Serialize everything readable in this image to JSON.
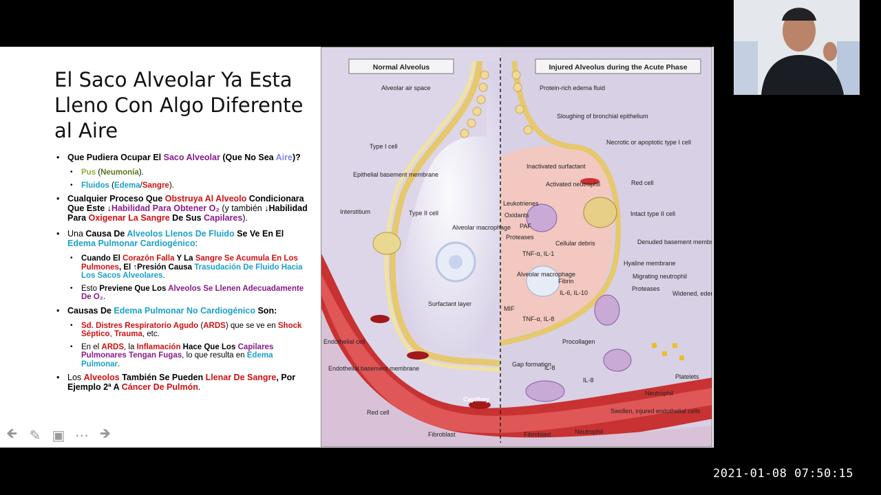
{
  "slide": {
    "title": "El Saco Alveolar Ya Esta Lleno Con Algo Diferente al Aire",
    "bullets": [
      {
        "parts": [
          {
            "t": "Que Pudiera Ocupar El ",
            "c": "#000",
            "b": true
          },
          {
            "t": "Saco Alveolar",
            "c": "#8a1a8a",
            "b": true
          },
          {
            "t": " (Que No Sea ",
            "c": "#000",
            "b": true
          },
          {
            "t": "Aire",
            "c": "#7f86e8",
            "b": true
          },
          {
            "t": ")?",
            "c": "#000",
            "b": true
          }
        ],
        "subs": [
          [
            {
              "t": "Pus",
              "c": "#8ab33a",
              "b": true
            },
            {
              "t": " (",
              "c": "#000",
              "b": false
            },
            {
              "t": "Neumonía",
              "c": "#5a7a20",
              "b": true
            },
            {
              "t": ").",
              "c": "#000",
              "b": false
            }
          ],
          [
            {
              "t": "Fluidos",
              "c": "#1ca0c8",
              "b": true
            },
            {
              "t": " (",
              "c": "#000",
              "b": false
            },
            {
              "t": "Edema",
              "c": "#1ca0c8",
              "b": true
            },
            {
              "t": "/",
              "c": "#000",
              "b": false
            },
            {
              "t": "Sangre",
              "c": "#d01010",
              "b": true
            },
            {
              "t": ").",
              "c": "#000",
              "b": false
            }
          ]
        ]
      },
      {
        "parts": [
          {
            "t": "Cualquier Proceso Que ",
            "c": "#000",
            "b": true
          },
          {
            "t": "Obstruya Al Alveolo",
            "c": "#d01010",
            "b": true
          },
          {
            "t": " Condicionara Que Este ↓",
            "c": "#000",
            "b": true
          },
          {
            "t": "Habilidad Para Obtener O₂",
            "c": "#8a1a8a",
            "b": true
          },
          {
            "t": " (y también ↓",
            "c": "#000",
            "b": false
          },
          {
            "t": "Habilidad Para ",
            "c": "#000",
            "b": true
          },
          {
            "t": "Oxigenar La Sangre",
            "c": "#d01010",
            "b": true
          },
          {
            "t": " De Sus ",
            "c": "#000",
            "b": true
          },
          {
            "t": "Capilares",
            "c": "#8a1a8a",
            "b": true
          },
          {
            "t": ").",
            "c": "#000",
            "b": false
          }
        ],
        "subs": []
      },
      {
        "parts": [
          {
            "t": "Una ",
            "c": "#000",
            "b": false
          },
          {
            "t": "Causa De ",
            "c": "#000",
            "b": true
          },
          {
            "t": "Alveolos Llenos De Fluido",
            "c": "#1ca0c8",
            "b": true
          },
          {
            "t": " Se Ve En El ",
            "c": "#000",
            "b": true
          },
          {
            "t": "Edema Pulmonar Cardiogénico",
            "c": "#1ca0c8",
            "b": true
          },
          {
            "t": ":",
            "c": "#000",
            "b": false
          }
        ],
        "subs": [
          [
            {
              "t": "Cuando El ",
              "c": "#000",
              "b": true
            },
            {
              "t": "Corazón Falla",
              "c": "#d01010",
              "b": true
            },
            {
              "t": " Y La ",
              "c": "#000",
              "b": true
            },
            {
              "t": "Sangre Se Acumula En Los Pulmones",
              "c": "#d01010",
              "b": true
            },
            {
              "t": ", El ↑Presión Causa ",
              "c": "#000",
              "b": true
            },
            {
              "t": "Trasudación De Fluido Hacia Los Sacos Alveolares",
              "c": "#1ca0c8",
              "b": true
            },
            {
              "t": ".",
              "c": "#000",
              "b": false
            }
          ],
          [
            {
              "t": "Esto ",
              "c": "#000",
              "b": false
            },
            {
              "t": "Previene Que Los ",
              "c": "#000",
              "b": true
            },
            {
              "t": "Alveolos Se Llenen Adecuadamente De O₂",
              "c": "#8a1a8a",
              "b": true
            },
            {
              "t": ".",
              "c": "#000",
              "b": false
            }
          ]
        ]
      },
      {
        "parts": [
          {
            "t": "Causas De ",
            "c": "#000",
            "b": true
          },
          {
            "t": "Edema Pulmonar No Cardiogénico",
            "c": "#1ca0c8",
            "b": true
          },
          {
            "t": "  Son:",
            "c": "#000",
            "b": true
          }
        ],
        "subs": [
          [
            {
              "t": "Sd. Distres Respiratorio Agudo",
              "c": "#d01010",
              "b": true
            },
            {
              "t": " (",
              "c": "#000",
              "b": false
            },
            {
              "t": "ARDS",
              "c": "#d01010",
              "b": true
            },
            {
              "t": ") que se ve en ",
              "c": "#000",
              "b": false
            },
            {
              "t": "Shock Séptico",
              "c": "#d01010",
              "b": true
            },
            {
              "t": ", ",
              "c": "#000",
              "b": false
            },
            {
              "t": "Trauma",
              "c": "#d01010",
              "b": true
            },
            {
              "t": ", etc.",
              "c": "#000",
              "b": false
            }
          ],
          [
            {
              "t": "En el ",
              "c": "#000",
              "b": false
            },
            {
              "t": "ARDS",
              "c": "#d01010",
              "b": true
            },
            {
              "t": ", la ",
              "c": "#000",
              "b": false
            },
            {
              "t": "Inflamación",
              "c": "#d01010",
              "b": true
            },
            {
              "t": " Hace Que Los ",
              "c": "#000",
              "b": true
            },
            {
              "t": "Capilares Pulmonares Tengan Fugas",
              "c": "#8a1a8a",
              "b": true
            },
            {
              "t": ", lo que resulta en ",
              "c": "#000",
              "b": false
            },
            {
              "t": "Edema Pulmonar",
              "c": "#1ca0c8",
              "b": true
            },
            {
              "t": ".",
              "c": "#000",
              "b": false
            }
          ]
        ]
      },
      {
        "parts": [
          {
            "t": "Los ",
            "c": "#000",
            "b": false
          },
          {
            "t": "Alveolos",
            "c": "#d01010",
            "b": true
          },
          {
            "t": " También Se Pueden ",
            "c": "#000",
            "b": true
          },
          {
            "t": "Llenar De Sangre",
            "c": "#d01010",
            "b": true
          },
          {
            "t": ", Por Ejemplo 2ª A ",
            "c": "#000",
            "b": true
          },
          {
            "t": "Cáncer De Pulmón",
            "c": "#d01010",
            "b": true
          },
          {
            "t": ".",
            "c": "#000",
            "b": false
          }
        ],
        "subs": []
      }
    ]
  },
  "figure": {
    "header_left": "Normal Alveolus",
    "header_right": "Injured Alveolus during the Acute Phase",
    "labels": {
      "alveolar_air_space": "Alveolar air space",
      "type_i_cell": "Type I cell",
      "epithelial_basement": "Epithelial basement membrane",
      "interstitium": "Interstitium",
      "type_ii_cell": "Type II cell",
      "alveolar_macrophage_left": "Alveolar macrophage",
      "surfactant_layer": "Surfactant layer",
      "endothelial_cell": "Endothelial cell",
      "endothelial_basement": "Endothelial basement membrane",
      "red_cell_left": "Red cell",
      "fibroblast_left": "Fibroblast",
      "capillary": "Capillary",
      "protein_rich": "Protein-rich edema fluid",
      "sloughing": "Sloughing of bronchial epithelium",
      "necrotic": "Necrotic or apoptotic type I cell",
      "inactivated_surfactant": "Inactivated surfactant",
      "activated_neutrophil": "Activated neutrophil",
      "red_cell_right": "Red cell",
      "intact_type_ii": "Intact type II cell",
      "leukotrienes": "Leukotrienes",
      "oxidants": "Oxidants",
      "paf": "PAF",
      "proteases_left": "Proteases",
      "cellular_debris": "Cellular debris",
      "denuded": "Denuded basement membrane",
      "tnf_il1": "TNF-α, IL-1",
      "hyaline": "Hyaline membrane",
      "alveolar_macrophage_right": "Alveolar macrophage",
      "fibrin": "Fibrin",
      "migrating_neutrophil": "Migrating neutrophil",
      "proteases_right": "Proteases",
      "il6": "IL-6, IL-10",
      "mif": "MIF",
      "tnf_il8": "TNF-α, IL-8",
      "widened": "Widened, edematous interstitium",
      "procollagen": "Procollagen",
      "gap_formation": "Gap formation",
      "il8_a": "IL-8",
      "il8_b": "IL-8",
      "platelets": "Platelets",
      "neutrophil_right": "Neutrophil",
      "swollen": "Swollen, injured endothelial cells",
      "fibroblast_right": "Fibroblast",
      "neutrophil_bottom": "Neutrophil"
    }
  },
  "nav": {
    "icons": [
      "back-arrow-icon",
      "pen-icon",
      "slides-icon",
      "more-icon",
      "forward-arrow-icon"
    ]
  },
  "timestamp": "2021-01-08  07:50:15"
}
